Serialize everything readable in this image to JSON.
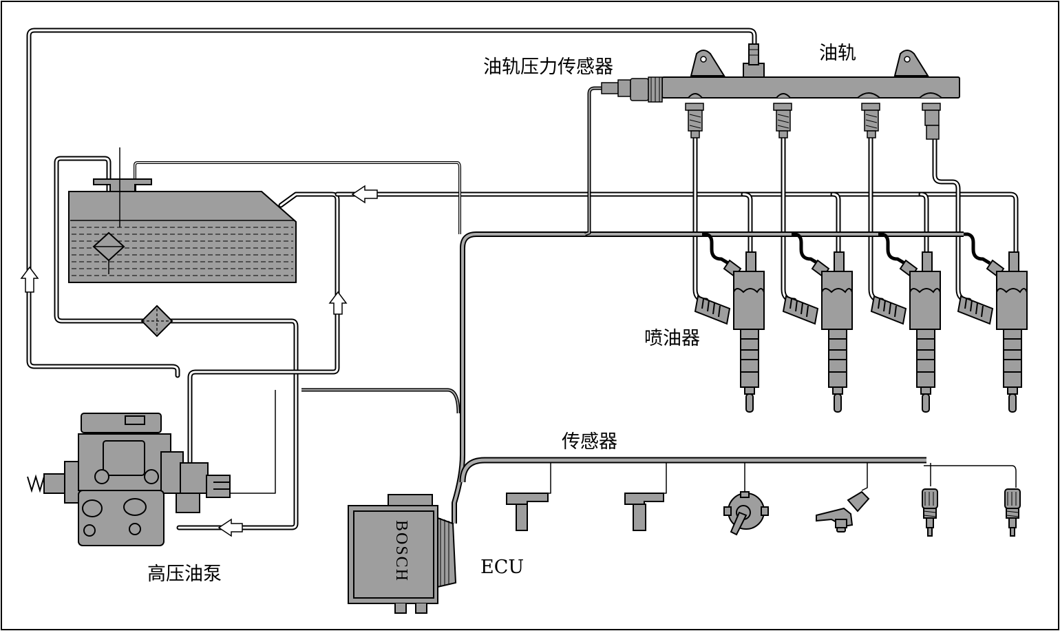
{
  "labels": {
    "rail": "油轨",
    "rail_pressure_sensor": "油轨压力传感器",
    "injector": "喷油器",
    "sensors": "传感器",
    "ecu": "ECU",
    "high_pressure_pump": "高压油泵"
  },
  "ecu_brand": "BOSCH",
  "colors": {
    "component_fill": "#9e9e9e",
    "component_dark": "#7a7a7a",
    "line": "#000000",
    "background": "#ffffff"
  }
}
